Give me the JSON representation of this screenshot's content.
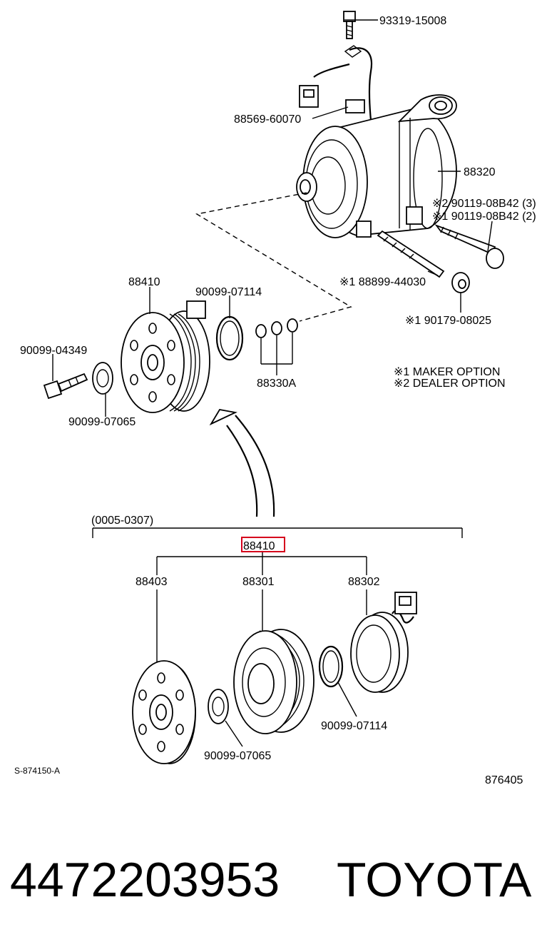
{
  "diagram": {
    "labels": {
      "bolt_top": "93319-15008",
      "connector": "88569-60070",
      "compressor": "88320",
      "bolt_dealer": "※2 90119-08B42 (3)",
      "bolt_maker": "※1 90119-08B42 (2)",
      "stud": "※1 88899-44030",
      "nut": "※1 90179-08025",
      "clutch_assy_top": "88410",
      "snap_ring_top": "90099-07114",
      "shims": "88330A",
      "center_bolt": "90099-04349",
      "washer_top": "90099-07065",
      "bracket_range": "(0005-0307)",
      "clutch_assy_highlight": "88410",
      "hub": "88403",
      "pulley": "88301",
      "stator": "88302",
      "snap_ring_bottom": "90099-07114",
      "washer_bottom": "90099-07065",
      "illus_code": "S-874150-A",
      "diagram_no": "876405"
    },
    "notes": [
      "※1  MAKER OPTION",
      "※2  DEALER OPTION"
    ],
    "footer": {
      "part_number": "4472203953",
      "brand": "TOYOTA"
    }
  }
}
